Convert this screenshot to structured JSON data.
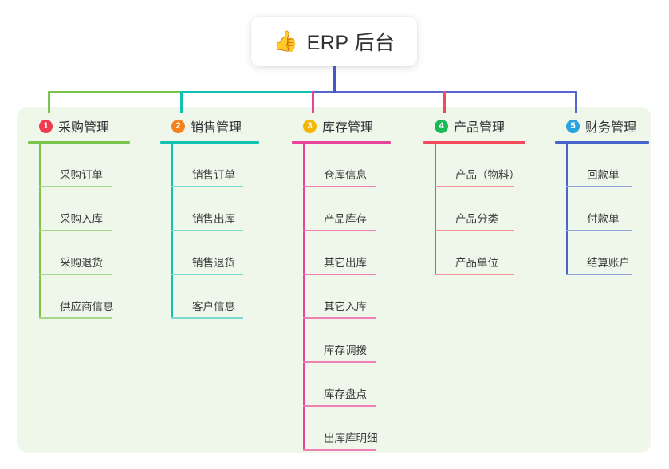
{
  "diagram": {
    "title": "ERP 后台 mindmap",
    "root": {
      "icon": "thumbs-up-icon",
      "emoji": "👍",
      "label": "ERP 后台"
    },
    "panel": {
      "background_color": "#eef7ea"
    },
    "connector": {
      "stem_color": "#4557c4",
      "segments": [
        {
          "from": "col1",
          "to": "col2",
          "color": "#7cc34b"
        },
        {
          "from": "col2",
          "to": "col3",
          "color": "#12c2b0"
        },
        {
          "from": "col3",
          "to": "col5",
          "color": "#5566cf"
        }
      ]
    },
    "columns": [
      {
        "index": "1",
        "badge_number": "1",
        "badge_color": "#ef3a52",
        "line_color": "#7cc34b",
        "leaf_line_color": "#a8d68a",
        "drop_color": "#7cc34b",
        "title": "采购管理",
        "leaves": [
          "采购订单",
          "采购入库",
          "采购退货",
          "供应商信息"
        ]
      },
      {
        "index": "2",
        "badge_number": "2",
        "badge_color": "#f58220",
        "line_color": "#12c2b0",
        "leaf_line_color": "#7fd9cf",
        "drop_color": "#12c2b0",
        "title": "销售管理",
        "leaves": [
          "销售订单",
          "销售出库",
          "销售退货",
          "客户信息"
        ]
      },
      {
        "index": "3",
        "badge_number": "3",
        "badge_color": "#f5b800",
        "line_color": "#e8439a",
        "leaf_line_color": "#f080b6",
        "drop_color": "#e8439a",
        "title": "库存管理",
        "leaves": [
          "仓库信息",
          "产品库存",
          "其它出库",
          "其它入库",
          "库存调拨",
          "库存盘点",
          "出库库明细"
        ]
      },
      {
        "index": "4",
        "badge_number": "4",
        "badge_color": "#19b955",
        "line_color": "#f4495b",
        "leaf_line_color": "#f89098",
        "drop_color": "#f4495b",
        "title": "产品管理",
        "leaves": [
          "产品（物料）",
          "产品分类",
          "产品单位"
        ]
      },
      {
        "index": "5",
        "badge_number": "5",
        "badge_color": "#29a3e0",
        "line_color": "#4666cc",
        "leaf_line_color": "#8fa6e0",
        "drop_color": "#5566cf",
        "title": "财务管理",
        "leaves": [
          "回款单",
          "付款单",
          "结算账户"
        ]
      }
    ]
  }
}
